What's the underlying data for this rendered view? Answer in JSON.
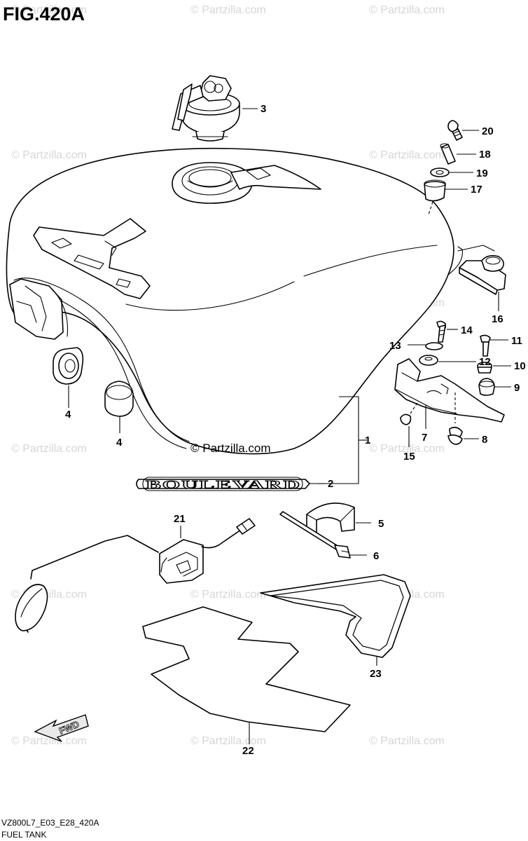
{
  "figure": {
    "title": "FIG.420A"
  },
  "watermark": {
    "text": "© Partzilla.com",
    "center_text": "© Partzilla.com"
  },
  "badges": {
    "emblem": "BOULEVARD",
    "fwd": "FWD"
  },
  "callouts": [
    "1",
    "2",
    "3",
    "4",
    "4",
    "5",
    "6",
    "7",
    "8",
    "9",
    "10",
    "11",
    "12",
    "13",
    "14",
    "15",
    "16",
    "17",
    "18",
    "19",
    "20",
    "21",
    "22",
    "23"
  ],
  "footer": {
    "code": "VZ800L7_E03_E28_420A",
    "caption": "FUEL TANK"
  },
  "colors": {
    "ink": "#000000",
    "watermark": "#d6d6d6",
    "background": "#ffffff"
  }
}
